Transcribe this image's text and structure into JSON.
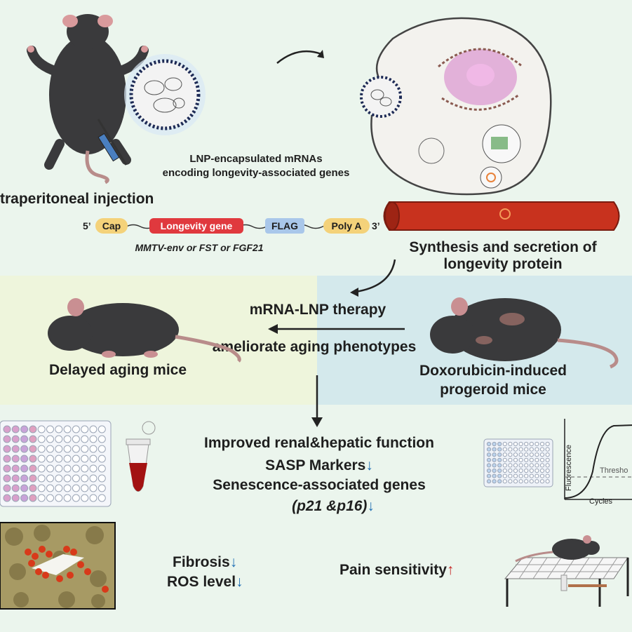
{
  "top": {
    "lnp_caption_line1": "LNP-encapsulated mRNAs",
    "lnp_caption_line2": "encoding longevity-associated genes",
    "injection_label": "traperitoneal injection"
  },
  "construct": {
    "five_prime": "5’",
    "three_prime": "3’",
    "cap": "Cap",
    "gene": "Longevity gene",
    "flag": "FLAG",
    "polya": "Poly A",
    "genes_note": "MMTV-env or FST or FGF21"
  },
  "cell": {
    "caption_line1": "Synthesis and secretion of",
    "caption_line2": "longevity protein"
  },
  "middle": {
    "therapy": "mRNA-LNP therapy",
    "effect": "ameliorate aging phenotypes",
    "left_mice": "Delayed aging mice",
    "right_mice_line1": "Doxorubicin-induced",
    "right_mice_line2": "progeroid mice"
  },
  "results": {
    "line1": "Improved renal&hepatic function",
    "line2": "SASP Markers",
    "line3": "Senescence-associated genes",
    "line4": "(p21 &p16)",
    "fibrosis": "Fibrosis",
    "ros": "ROS level",
    "pain": "Pain sensitivity",
    "down_arrow": "↓",
    "up_arrow": "↑"
  },
  "qpcr": {
    "ylabel": "Fluorescence",
    "xlabel": "Cycles",
    "threshold": "Thresho"
  },
  "colors": {
    "background": "#ebf5ed",
    "left_band": "#eef5dc",
    "right_band": "#d4e9ec",
    "vessel": "#c8321e",
    "gene_box": "#e0393e",
    "cap_box": "#f4d27a",
    "flag_box": "#a9c7ea",
    "down_arrow": "#1f6fb4",
    "up_arrow": "#c62828"
  }
}
